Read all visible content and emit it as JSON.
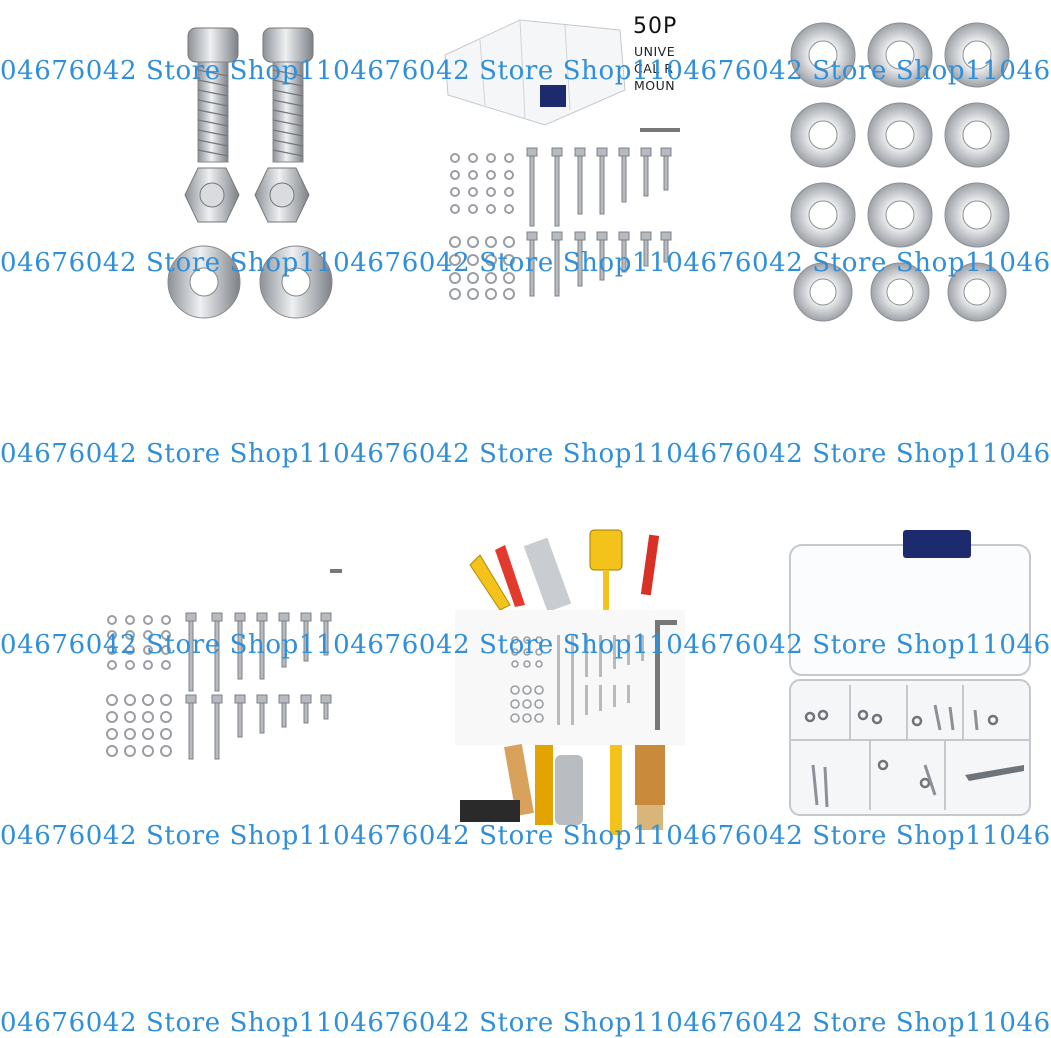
{
  "watermark": {
    "line_a": "04676042  Store Shop1104676042  Store Shop1104676042  Store Shop11046",
    "line_b": "04676042  Store Shop1104676042  Store Shop1104676042  Store Shop11046"
  },
  "box_label": {
    "count": "50P",
    "line1": "UNIVE",
    "line2": "CAL R",
    "line3": "MOUN"
  },
  "colors": {
    "watermark": "#2f8fd8",
    "steel_light": "#e4e6e8",
    "steel_dark": "#8d9197",
    "clip_blue": "#1d2a6e"
  },
  "icons": [
    "screw-icon",
    "hex-nut-icon",
    "washer-icon",
    "storage-box-icon",
    "tool-icon"
  ]
}
